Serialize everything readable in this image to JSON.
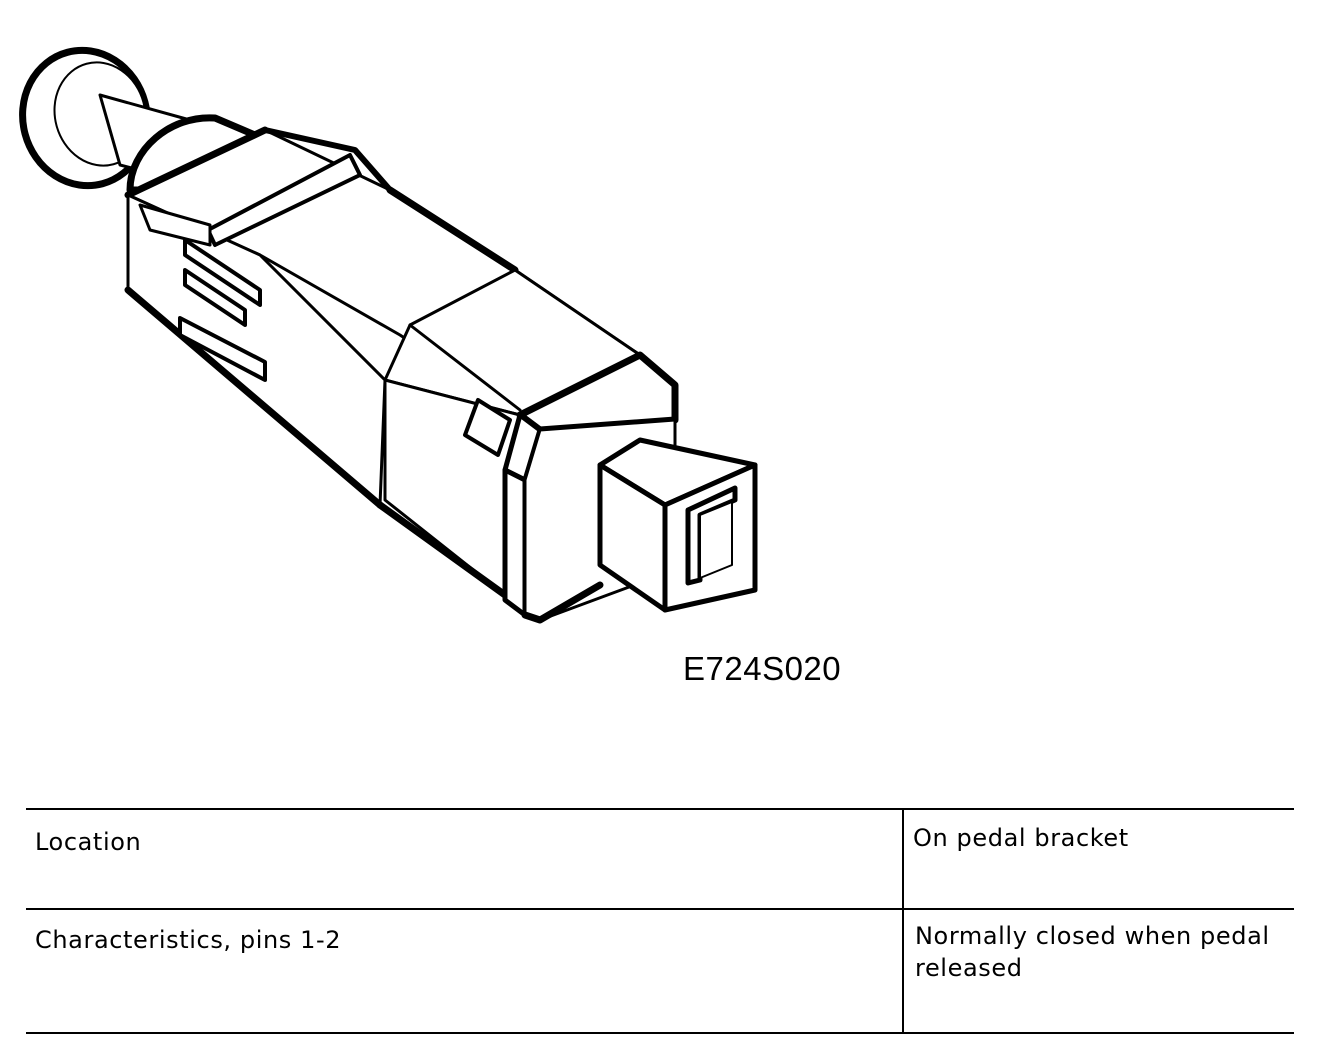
{
  "figure": {
    "code": "E724S020",
    "icon": "brake-pedal-switch-illustration"
  },
  "table": {
    "rows": [
      {
        "label": "Location",
        "value": "On pedal bracket"
      },
      {
        "label": "Characteristics, pins 1-2",
        "value": "Normally closed when pedal released"
      }
    ]
  }
}
